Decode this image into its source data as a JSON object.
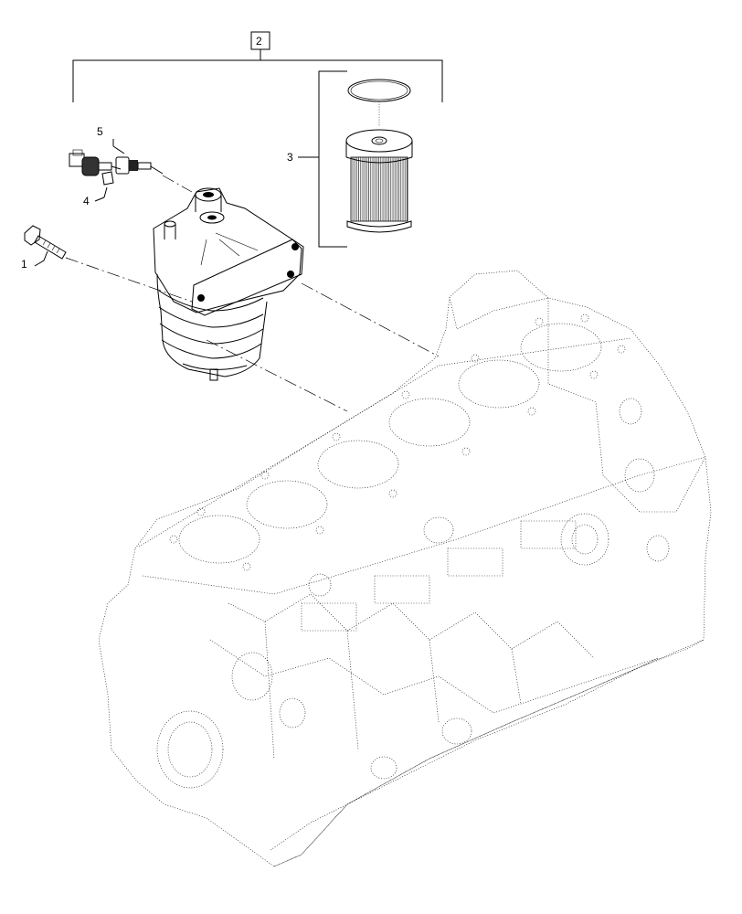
{
  "callouts": {
    "item1": "1",
    "item2": "2",
    "item3": "3",
    "item4": "4",
    "item5": "5"
  }
}
